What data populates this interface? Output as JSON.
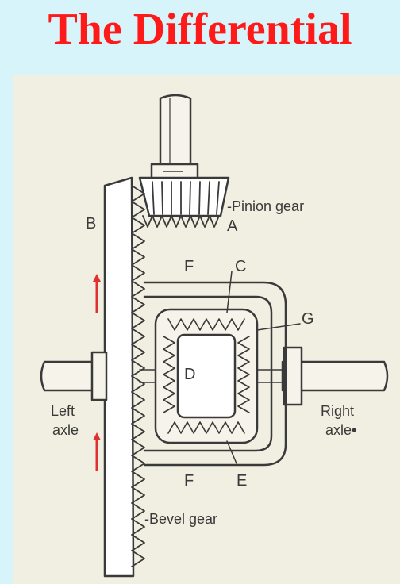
{
  "title": "The Differential",
  "colors": {
    "page_background": "#d7f4fb",
    "title": "#ff1a1a",
    "paper": "#f1efe1",
    "ink": "#3a3a3a",
    "arrow": "#e03030"
  },
  "labels": {
    "A": "A",
    "B": "B",
    "C": "C",
    "D": "D",
    "E": "E",
    "F_top": "F",
    "F_bottom": "F",
    "G": "G",
    "pinion_gear": "-Pinion gear",
    "bevel_gear": "-Bevel gear",
    "left_axle_1": "Left",
    "left_axle_2": "axle",
    "right_axle_1": "Right",
    "right_axle_2": "axle•"
  },
  "icons": [
    "up-arrow-icon",
    "up-arrow-icon"
  ]
}
